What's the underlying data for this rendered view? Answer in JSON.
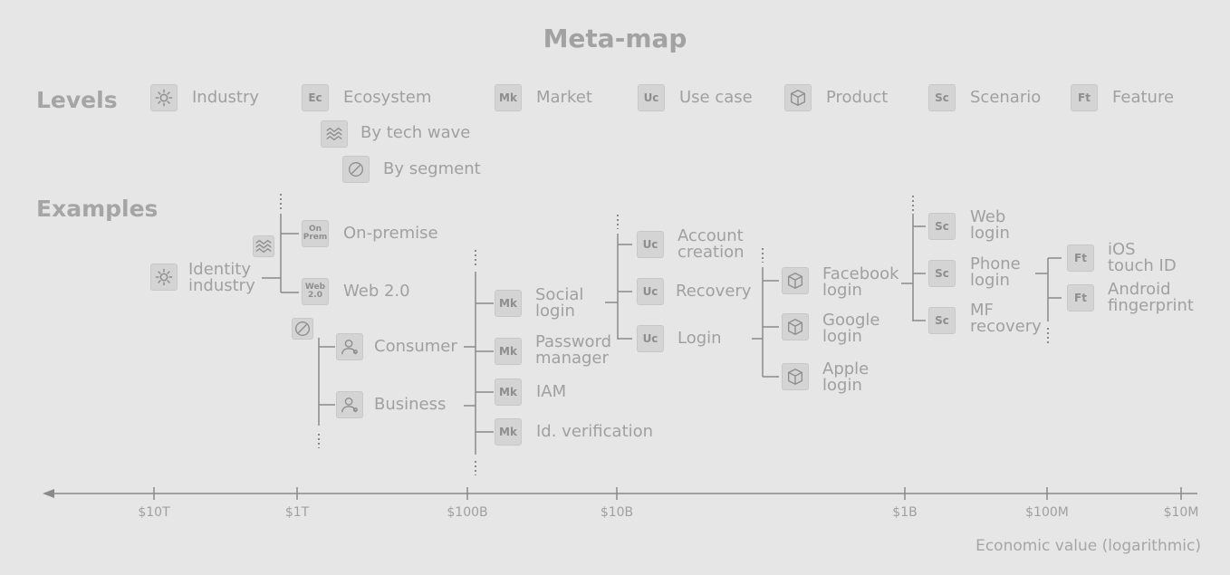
{
  "title": "Meta-map",
  "levels_heading": "Levels",
  "examples_heading": "Examples",
  "levels": {
    "industry": {
      "label": "Industry",
      "icon": "gear-icon"
    },
    "ecosystem": {
      "label": "Ecosystem",
      "code": "Ec"
    },
    "market": {
      "label": "Market",
      "code": "Mk"
    },
    "use_case": {
      "label": "Use case",
      "code": "Uc"
    },
    "product": {
      "label": "Product",
      "icon": "box-icon"
    },
    "scenario": {
      "label": "Scenario",
      "code": "Sc"
    },
    "feature": {
      "label": "Feature",
      "code": "Ft"
    },
    "by_tech_wave": {
      "label": "By tech wave",
      "icon": "wave-icon"
    },
    "by_segment": {
      "label": "By segment",
      "icon": "segment-icon"
    }
  },
  "nodes": {
    "identity": [
      "Identity",
      "industry"
    ],
    "on_premise": "On-premise",
    "on_premise_badge": [
      "On",
      "Prem"
    ],
    "web20": "Web 2.0",
    "web20_badge": [
      "Web",
      "2.0"
    ],
    "consumer": "Consumer",
    "business": "Business",
    "social_login": [
      "Social",
      "login"
    ],
    "password_manager": [
      "Password",
      "manager"
    ],
    "iam": "IAM",
    "id_verification": "Id. verification",
    "account_creation": [
      "Account",
      "creation"
    ],
    "recovery": "Recovery",
    "login": "Login",
    "facebook_login": [
      "Facebook",
      "login"
    ],
    "google_login": [
      "Google",
      "login"
    ],
    "apple_login": [
      "Apple",
      "login"
    ],
    "web_login": [
      "Web",
      "login"
    ],
    "phone_login": [
      "Phone",
      "login"
    ],
    "mf_recovery": [
      "MF",
      "recovery"
    ],
    "ios_touch_id": [
      "iOS",
      "touch ID"
    ],
    "android_fingerprint": [
      "Android",
      "fingerprint"
    ]
  },
  "axis": {
    "title": "Economic value (logarithmic)",
    "ticks": [
      "$10T",
      "$1T",
      "$100B",
      "$10B",
      "$1B",
      "$100M",
      "$10M"
    ]
  },
  "colors": {
    "background": "#e6e6e6",
    "text": "#a0a0a0",
    "line": "#8a8a8a",
    "badge": "#d4d4d4"
  }
}
